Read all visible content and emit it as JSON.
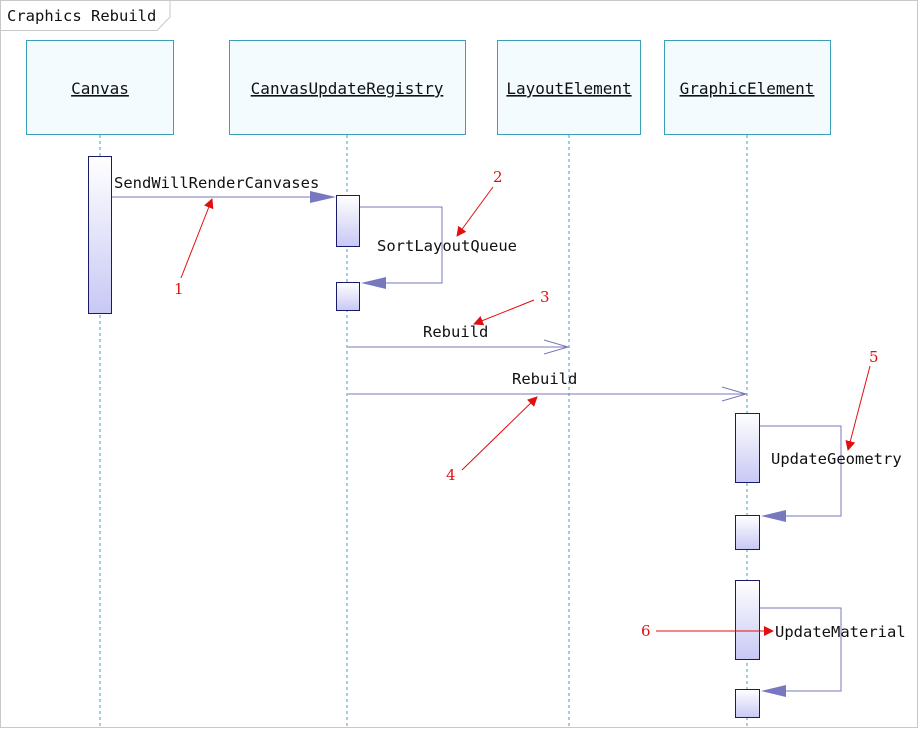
{
  "diagram": {
    "title": "Craphics Rebuild",
    "participants": {
      "canvas": "Canvas",
      "registry": "CanvasUpdateRegistry",
      "layout": "LayoutElement",
      "graphic": "GraphicElement"
    },
    "messages": {
      "send_will_render": "SendWillRenderCanvases",
      "sort_layout_queue": "SortLayoutQueue",
      "rebuild_layout": "Rebuild",
      "rebuild_graphic": "Rebuild",
      "update_geometry": "UpdateGeometry",
      "update_material": "UpdateMaterial"
    },
    "annotations": [
      "1",
      "2",
      "3",
      "4",
      "5",
      "6"
    ],
    "colors": {
      "header_border": "#3aa0b8",
      "header_fill": "#f3fbfe",
      "lifeline": "#3aa0d0",
      "activation_border": "#1a1a6a",
      "activation_fill_top": "#ffffff",
      "activation_fill_bottom": "#c8c8f5",
      "message_line": "#7878b8",
      "annotation_red": "#e01010"
    }
  }
}
